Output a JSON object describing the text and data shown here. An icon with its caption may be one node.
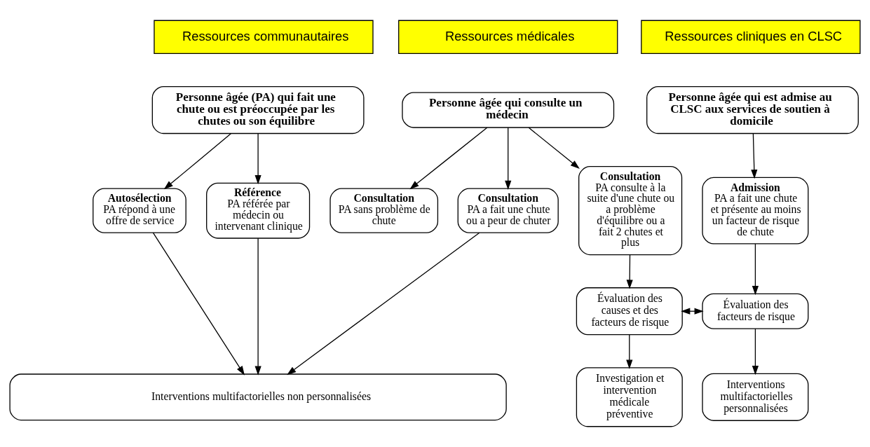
{
  "diagram": {
    "nodes": [
      {
        "text": [
          "Ressources communautaires"
        ]
      },
      {
        "text": [
          "Ressources médicales"
        ]
      },
      {
        "text": [
          "Ressources cliniques en CLSC"
        ]
      },
      {
        "text": [
          "Personne âgée (PA) qui fait une chute ou est préoccupée par les chutes ou son équilibre"
        ]
      },
      {
        "text": [
          "Personne âgée qui consulte un médecin"
        ]
      },
      {
        "text": [
          "Personne âgée qui est admise au CLSC aux services de soutien à domicile"
        ]
      },
      {
        "text": [
          "Autosélection",
          "PA répond à une offre de service"
        ]
      },
      {
        "text": [
          "Référence",
          "PA référée par médecin ou intervenant clinique"
        ]
      },
      {
        "text": [
          "Consultation",
          "PA sans problème de chute"
        ]
      },
      {
        "text": [
          "Consultation",
          "PA a fait une chute ou a peur de chuter"
        ]
      },
      {
        "text": [
          "Consultation",
          "PA consulte à la suite d'une chute ou a problème d'équilibre ou a fait 2 chutes et plus"
        ]
      },
      {
        "text": [
          "Admission",
          "PA a fait une chute et présente au moins un facteur de risque de chute"
        ]
      },
      {
        "text": [
          "Évaluation des causes et des facteurs de risque"
        ]
      },
      {
        "text": [
          "Évaluation des facteurs de risque"
        ]
      },
      {
        "text": [
          "Interventions multifactorielles non personnalisées"
        ]
      },
      {
        "text": [
          "Investigation et intervention médicale préventive"
        ]
      },
      {
        "text": [
          "Interventions multifactorielles personnalisées"
        ]
      }
    ],
    "edges": [
      {
        "from": 3,
        "to": 6,
        "arrow": "to"
      },
      {
        "from": 3,
        "to": 7,
        "arrow": "to"
      },
      {
        "from": 4,
        "to": 8,
        "arrow": "to"
      },
      {
        "from": 4,
        "to": 9,
        "arrow": "to"
      },
      {
        "from": 4,
        "to": 10,
        "arrow": "to"
      },
      {
        "from": 5,
        "to": 11,
        "arrow": "to"
      },
      {
        "from": 10,
        "to": 12,
        "arrow": "to"
      },
      {
        "from": 11,
        "to": 13,
        "arrow": "to"
      },
      {
        "from": 12,
        "to": 13,
        "arrow": "both"
      },
      {
        "from": 6,
        "to": 14,
        "arrow": "to"
      },
      {
        "from": 7,
        "to": 14,
        "arrow": "to"
      },
      {
        "from": 9,
        "to": 14,
        "arrow": "to"
      },
      {
        "from": 12,
        "to": 15,
        "arrow": "to"
      },
      {
        "from": 13,
        "to": 16,
        "arrow": "to"
      }
    ]
  }
}
